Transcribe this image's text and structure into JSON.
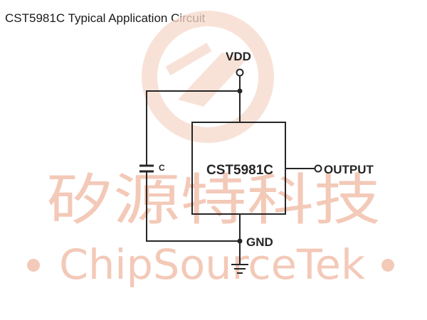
{
  "title": "CST5981C Typical Application Circuit",
  "watermark": {
    "cn_text": "矽源特科技",
    "en_text": "ChipSourceTek",
    "color": "#f3c9b8"
  },
  "circuit": {
    "chip_label": "CST5981C",
    "vdd_label": "VDD",
    "gnd_label": "GND",
    "output_label": "OUTPUT",
    "cap_label": "C",
    "wire_color": "#262626"
  }
}
